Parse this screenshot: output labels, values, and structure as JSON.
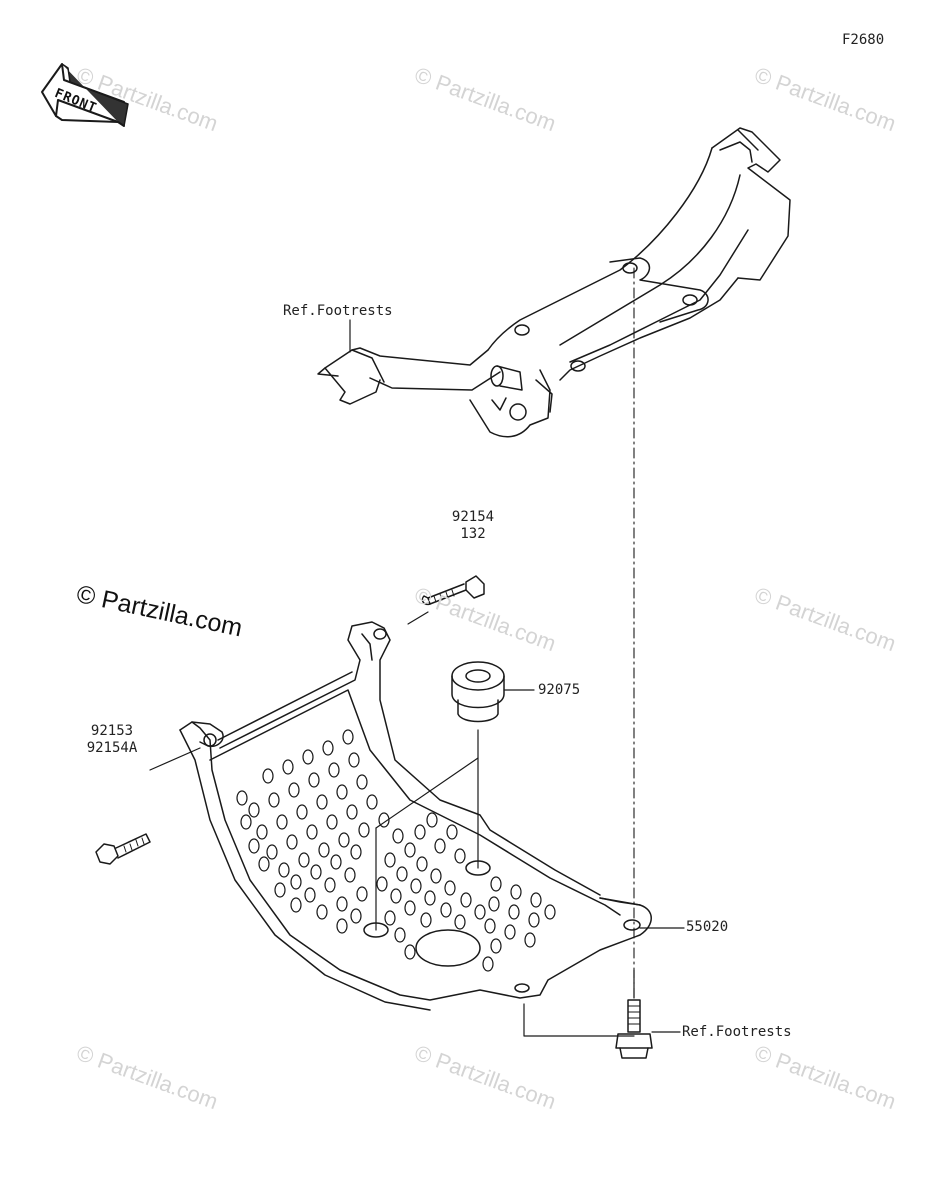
{
  "figure_code": "F2680",
  "front_label": "FRONT",
  "watermark_text": "© Partzilla.com",
  "brand_text": "© Partzilla.com",
  "labels": {
    "ref_footrests_top": "Ref.Footrests",
    "part_92154": "92154",
    "part_132": "132",
    "part_92075": "92075",
    "part_92153": "92153",
    "part_92154A": "92154A",
    "part_55020": "55020",
    "ref_footrests_bottom": "Ref.Footrests"
  },
  "colors": {
    "line": "#1a1a1a",
    "watermark": "#d4d4d4"
  }
}
